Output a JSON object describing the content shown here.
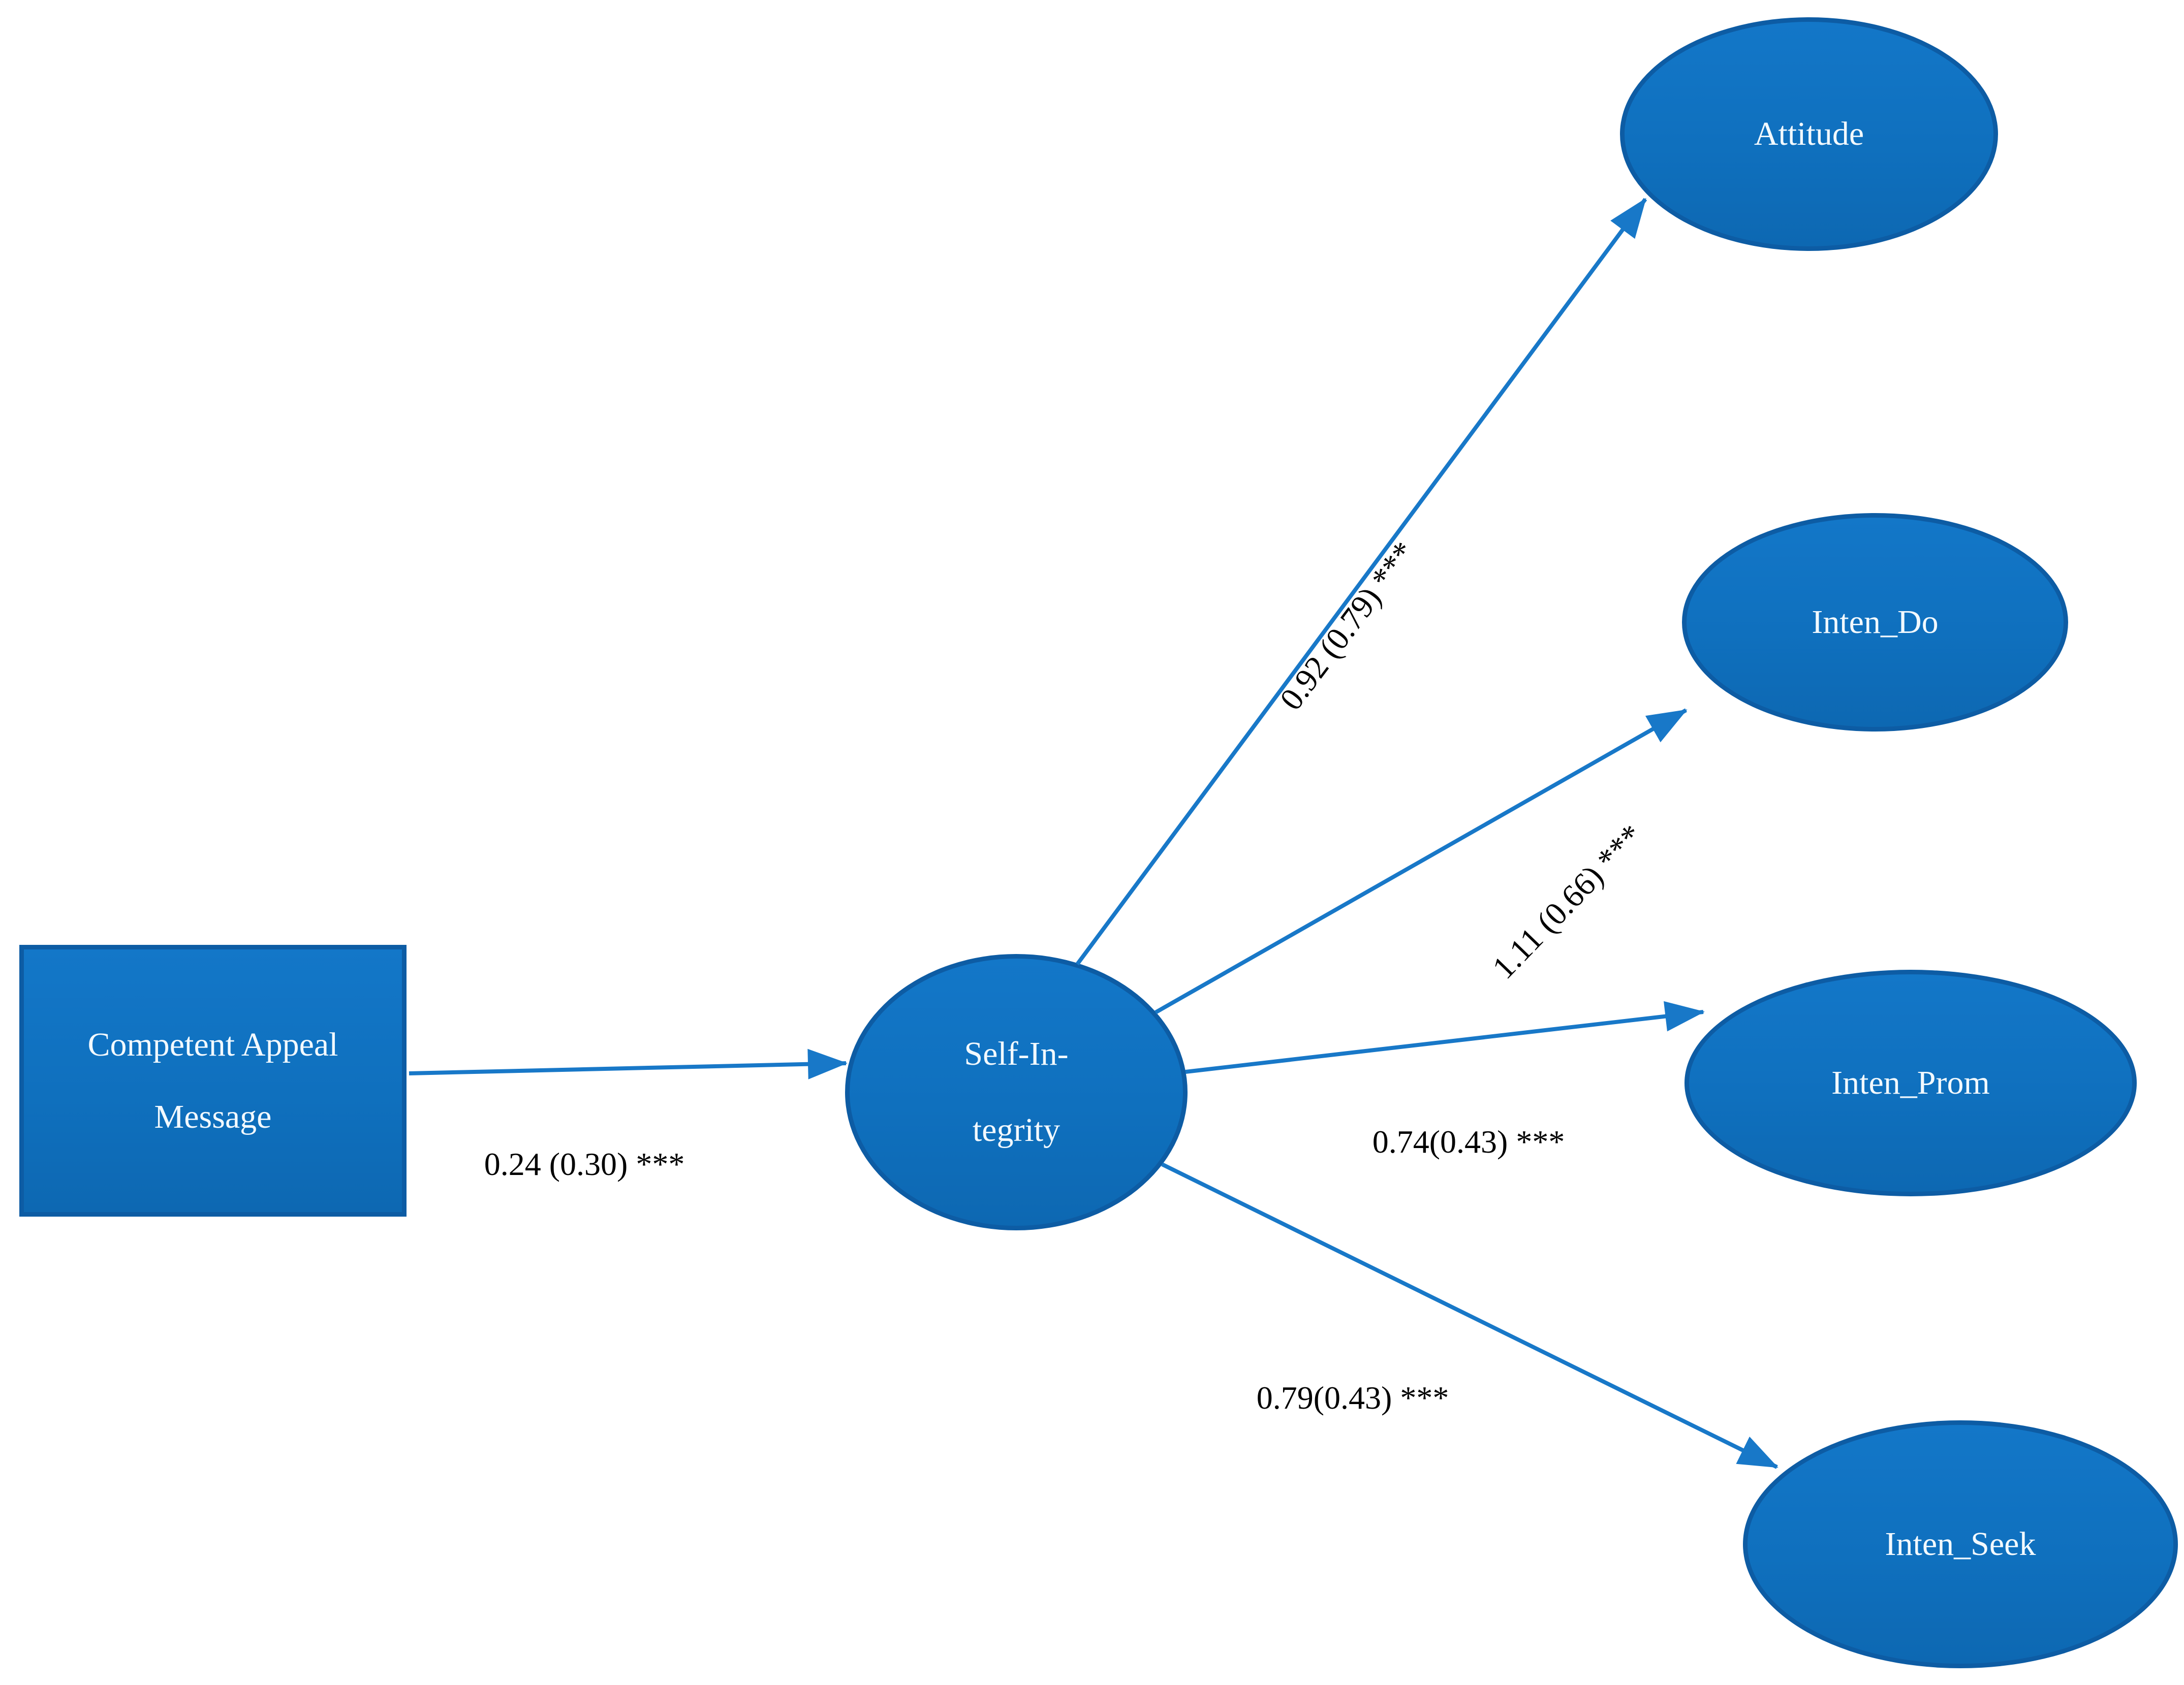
{
  "diagram": {
    "type": "path-model",
    "nodes": {
      "competent_appeal_message": {
        "shape": "rectangle",
        "label_line1": "Competent Appeal",
        "label_line2": "Message"
      },
      "self_integrity": {
        "shape": "ellipse",
        "label_line1": "Self-In-",
        "label_line2": "tegrity"
      },
      "attitude": {
        "shape": "ellipse",
        "label": "Attitude"
      },
      "inten_do": {
        "shape": "ellipse",
        "label": "Inten_Do"
      },
      "inten_prom": {
        "shape": "ellipse",
        "label": "Inten_Prom"
      },
      "inten_seek": {
        "shape": "ellipse",
        "label": "Inten_Seek"
      }
    },
    "edges": [
      {
        "from": "competent_appeal_message",
        "to": "self_integrity",
        "label": "0.24 (0.30) ***"
      },
      {
        "from": "self_integrity",
        "to": "attitude",
        "label": "0.92 (0.79) ***"
      },
      {
        "from": "self_integrity",
        "to": "inten_do",
        "label": "1.11 (0.66) ***"
      },
      {
        "from": "self_integrity",
        "to": "inten_prom",
        "label": "0.74(0.43) ***"
      },
      {
        "from": "self_integrity",
        "to": "inten_seek",
        "label": "0.79(0.43) ***"
      }
    ],
    "colors": {
      "node_fill": "#0F70BE",
      "node_border": "#0D5CA4",
      "arrow": "#1878C8",
      "node_text": "#F2F9FE",
      "edge_label_text": "#000000",
      "background": "#FFFFFF"
    }
  }
}
